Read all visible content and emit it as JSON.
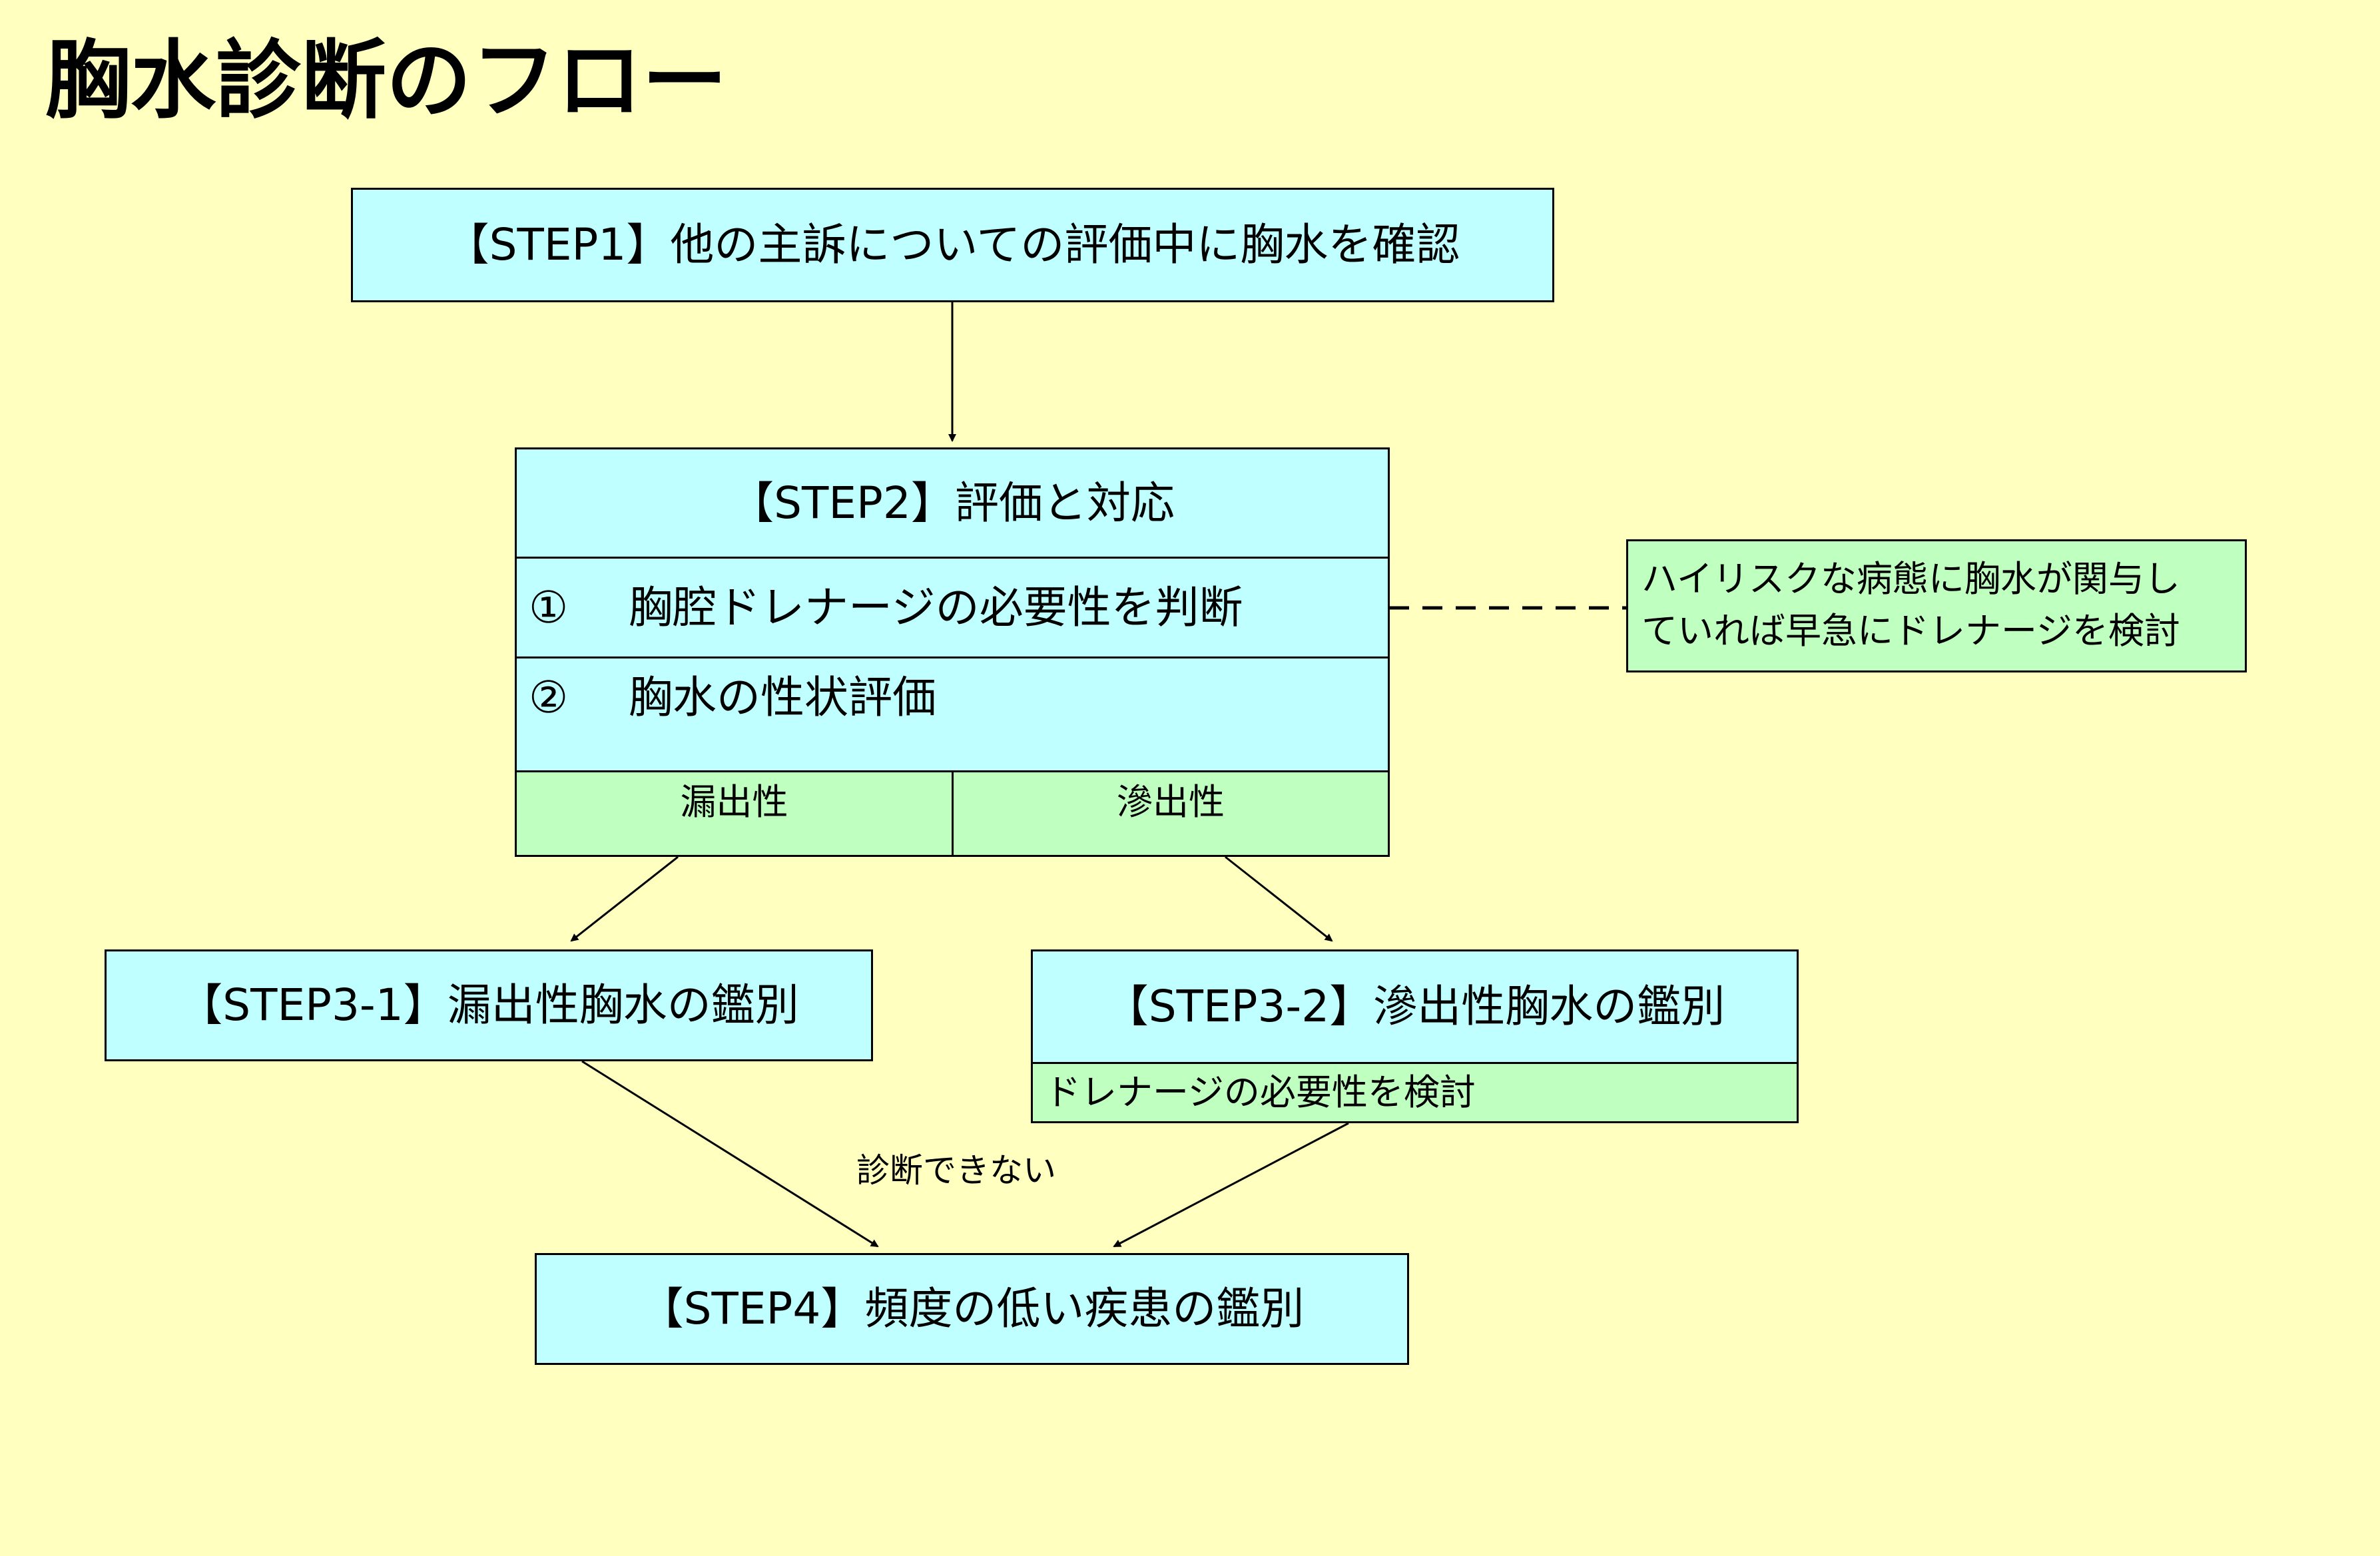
{
  "title": "胸水診断のフロー",
  "step1": {
    "label": "【STEP1】他の主訴についての評価中に胸水を確認"
  },
  "step2": {
    "label": "【STEP2】評価と対応",
    "item1": {
      "num": "①",
      "text": "胸腔ドレナージの必要性を判断"
    },
    "item2": {
      "num": "②",
      "text": "胸水の性状評価"
    },
    "transudate": "漏出性",
    "exudate": "滲出性"
  },
  "note": {
    "line1": "ハイリスクな病態に胸水が関与し",
    "line2": "ていれば早急にドレナージを検討"
  },
  "step3_1": {
    "label": "【STEP3-1】漏出性胸水の鑑別"
  },
  "step3_2": {
    "label": "【STEP3-2】滲出性胸水の鑑別",
    "sub": "ドレナージの必要性を検討"
  },
  "cannot_diagnose": "診断できない",
  "step4": {
    "label": "【STEP4】頻度の低い疾患の鑑別"
  },
  "colors": {
    "background": "#ffffc0",
    "step_box": "#bfffff",
    "sub_box": "#bfffbf",
    "border": "#000000"
  }
}
